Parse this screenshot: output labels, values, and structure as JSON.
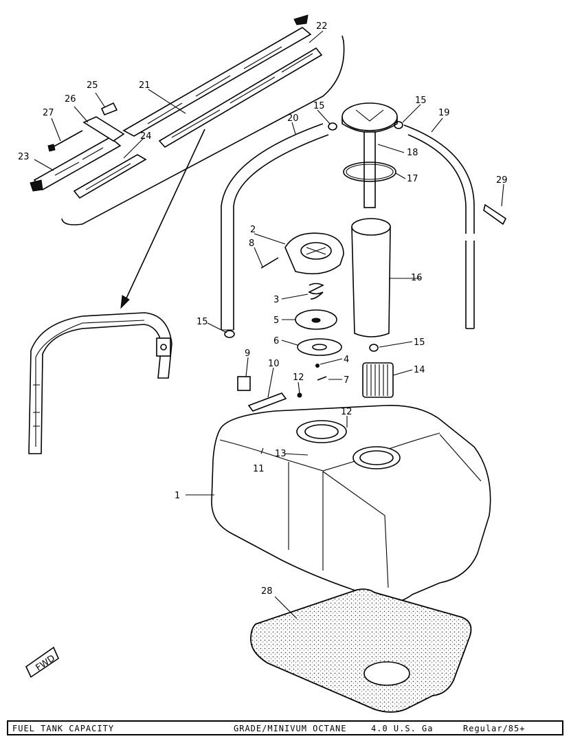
{
  "callouts": {
    "c1": "1",
    "c2": "2",
    "c3": "3",
    "c4": "4",
    "c5": "5",
    "c6": "6",
    "c7": "7",
    "c8": "8",
    "c9": "9",
    "c10": "10",
    "c11": "11",
    "c12": "12",
    "c13": "13",
    "c14": "14",
    "c15": "15",
    "c16": "16",
    "c17": "17",
    "c18": "18",
    "c19": "19",
    "c20": "20",
    "c21": "21",
    "c22": "22",
    "c23": "23",
    "c24": "24",
    "c25": "25",
    "c26": "26",
    "c27": "27",
    "c28": "28",
    "c29": "29"
  },
  "direction_marker": "FWD",
  "info_bar": {
    "capacity_label": "FUEL TANK CAPACITY",
    "grade_label": "GRADE/MINIVUM OCTANE",
    "capacity_value": "4.0 U.S. Ga",
    "grade_value": "Regular/85+"
  }
}
